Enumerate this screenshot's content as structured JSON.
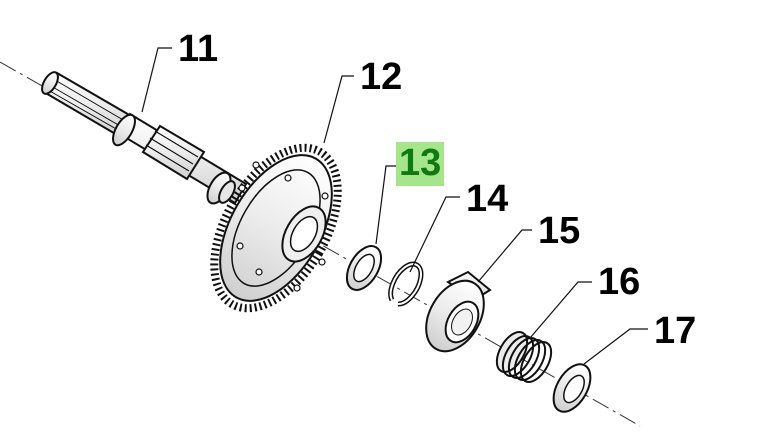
{
  "diagram": {
    "highlight_color": "#a6e58c",
    "highlight_text_color": "#0f7a0f",
    "callouts": [
      {
        "label": "11",
        "part": "splined shaft"
      },
      {
        "label": "12",
        "part": "bevel gear"
      },
      {
        "label": "13",
        "part": "washer",
        "highlighted": true
      },
      {
        "label": "14",
        "part": "snap ring"
      },
      {
        "label": "15",
        "part": "clutch dog"
      },
      {
        "label": "16",
        "part": "spring"
      },
      {
        "label": "17",
        "part": "washer"
      }
    ]
  }
}
